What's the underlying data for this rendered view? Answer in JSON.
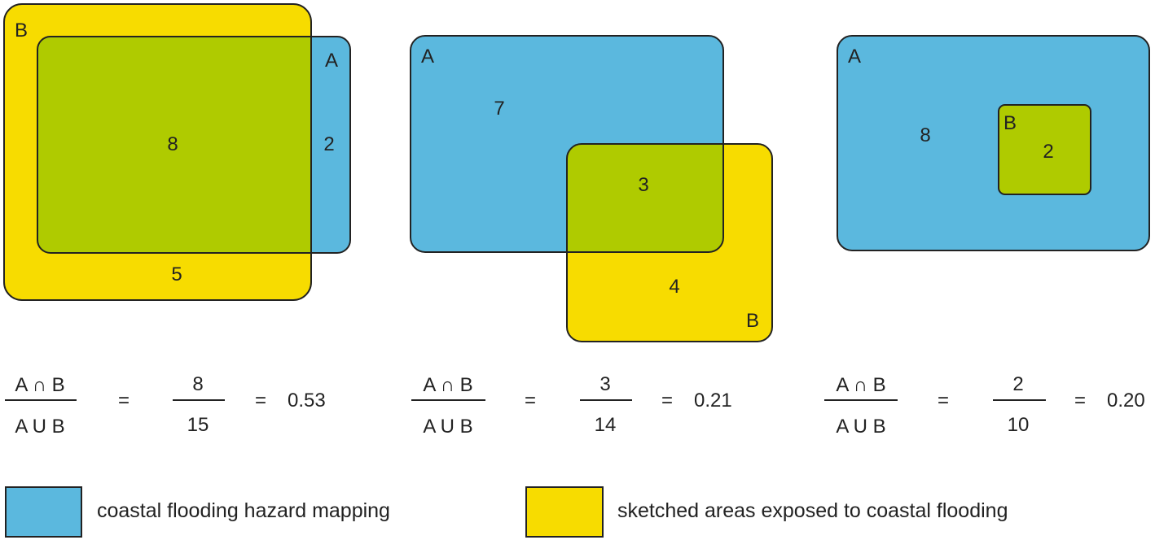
{
  "colors": {
    "blue": "#5bb8de",
    "yellow": "#f7dc00",
    "green": "#afcb00",
    "stroke": "#222222"
  },
  "panels": [
    {
      "label_a": "A",
      "label_b": "B",
      "region_a_only": "2",
      "region_intersection": "8",
      "region_b_only": "5",
      "formula": {
        "numerator": "A ∩ B",
        "denominator": "A U B",
        "eq1": "=",
        "frac_num": "8",
        "frac_den": "15",
        "eq2": "=",
        "result": "0.53"
      }
    },
    {
      "label_a": "A",
      "label_b": "B",
      "region_a_only": "7",
      "region_intersection": "3",
      "region_b_only": "4",
      "formula": {
        "numerator": "A ∩ B",
        "denominator": "A U B",
        "eq1": "=",
        "frac_num": "3",
        "frac_den": "14",
        "eq2": "=",
        "result": "0.21"
      }
    },
    {
      "label_a": "A",
      "label_b": "B",
      "region_a_only": "8",
      "region_intersection": "2",
      "formula": {
        "numerator": "A ∩ B",
        "denominator": "A U B",
        "eq1": "=",
        "frac_num": "2",
        "frac_den": "10",
        "eq2": "=",
        "result": "0.20"
      }
    }
  ],
  "legend": [
    {
      "color": "#5bb8de",
      "label": "coastal flooding hazard mapping"
    },
    {
      "color": "#f7dc00",
      "label": "sketched areas exposed to coastal flooding"
    }
  ]
}
